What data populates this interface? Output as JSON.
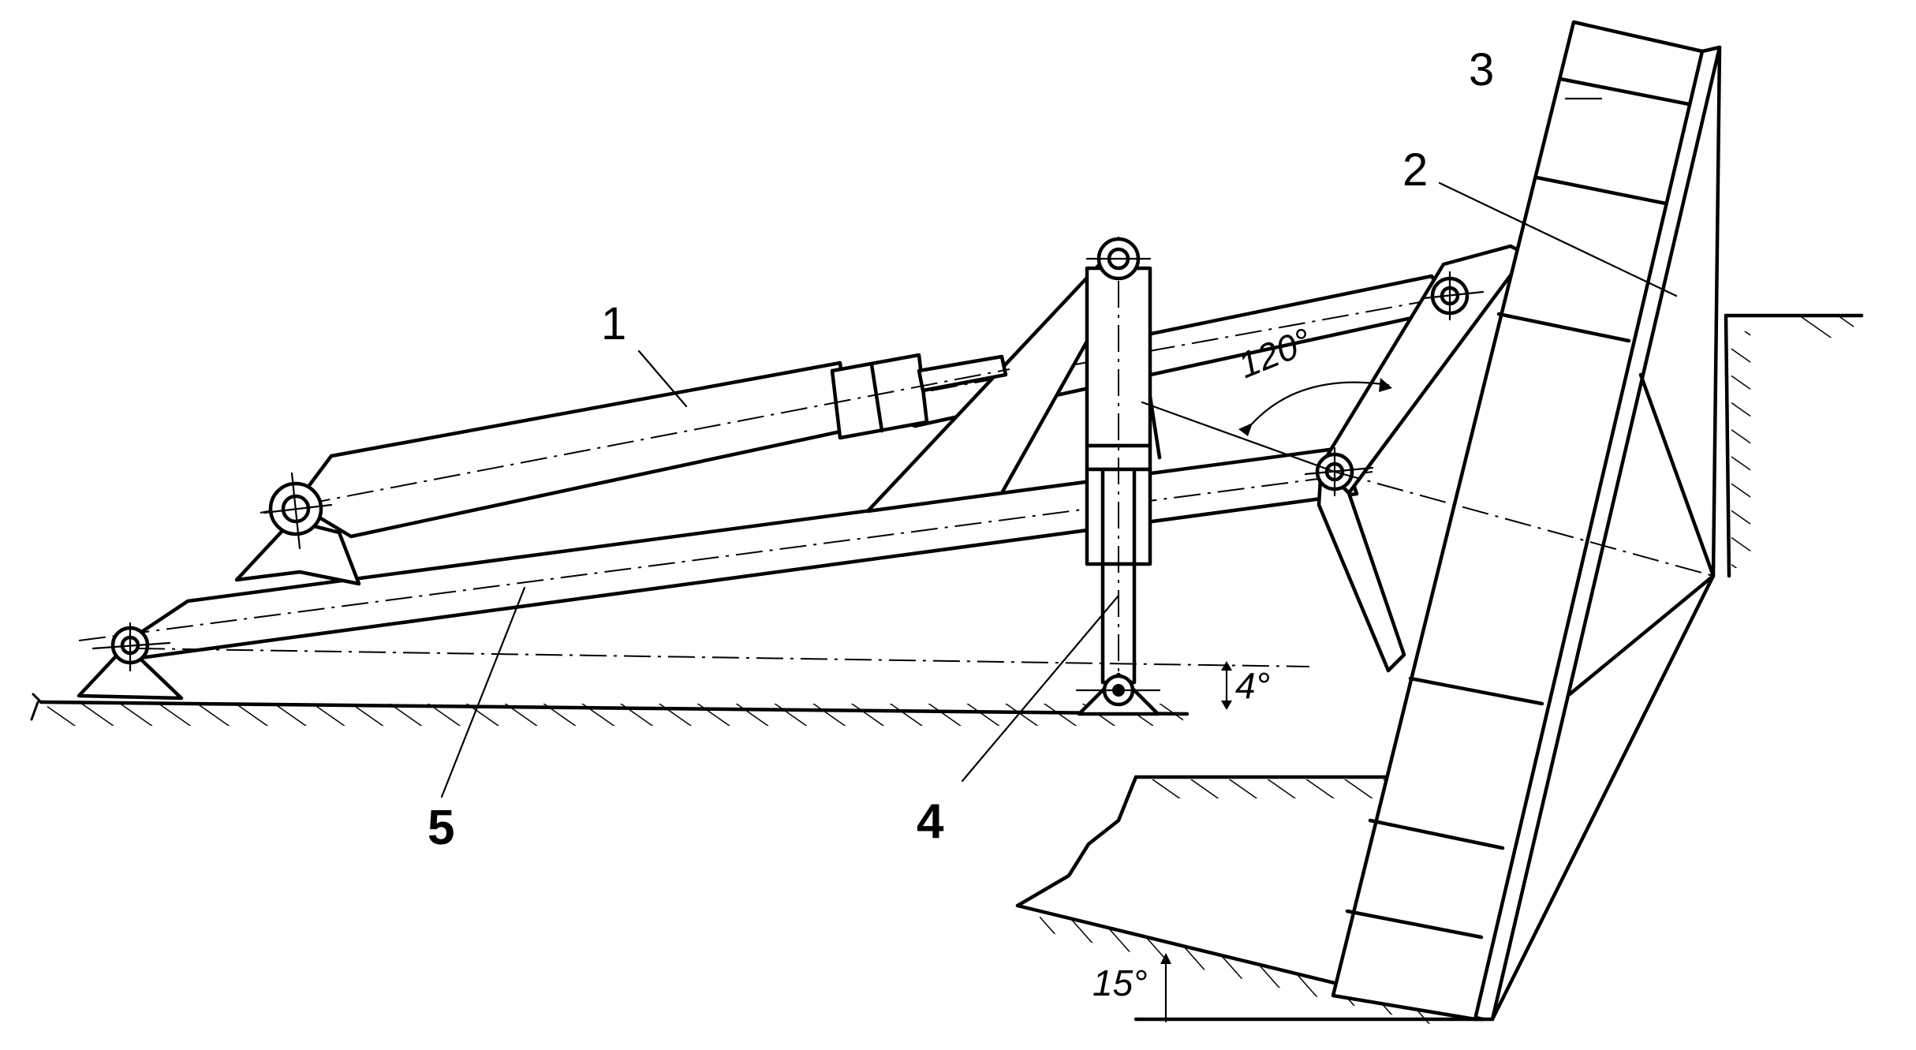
{
  "diagram": {
    "part_labels": {
      "p1": "1",
      "p2": "2",
      "p3": "3",
      "p4": "4",
      "p5": "5"
    },
    "angles": {
      "upper": "120°",
      "lower_left": "4°",
      "bottom": "15°"
    },
    "colors": {
      "line": "#000000",
      "background": "#ffffff"
    }
  }
}
